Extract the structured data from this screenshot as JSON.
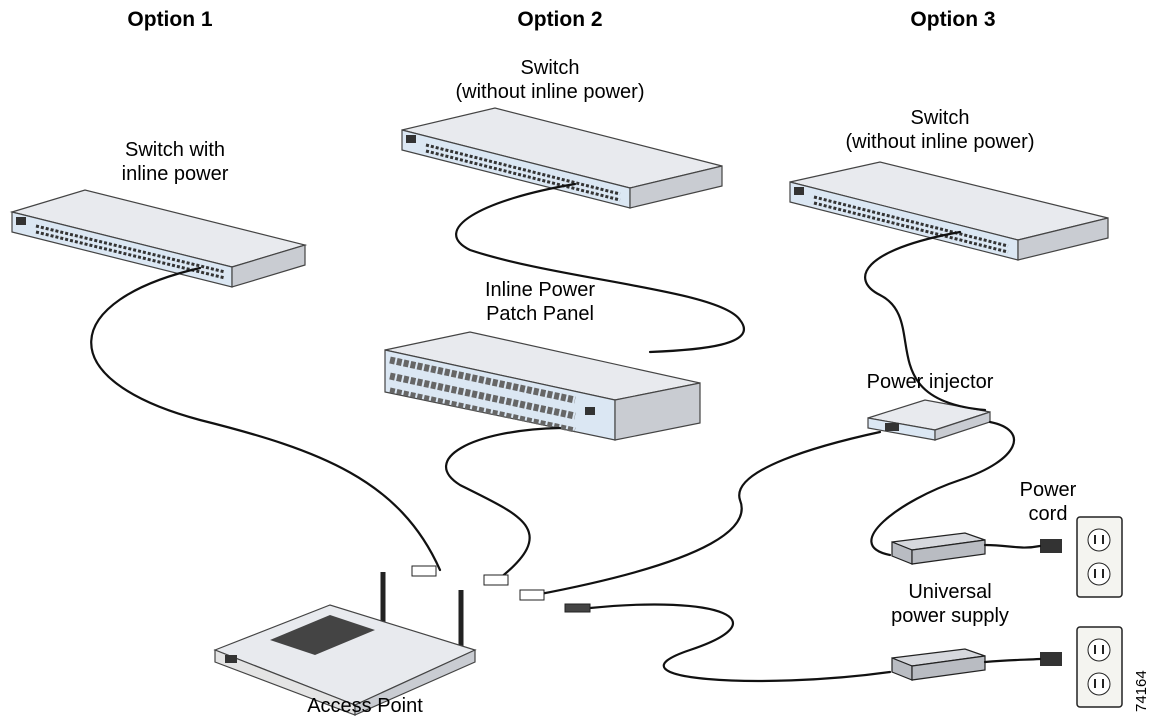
{
  "options": {
    "option1": "Option 1",
    "option2": "Option 2",
    "option3": "Option 3"
  },
  "labels": {
    "switch_inline": [
      "Switch with",
      "inline power"
    ],
    "switch_no_inline_2": [
      "Switch",
      "(without inline power)"
    ],
    "switch_no_inline_3": [
      "Switch",
      "(without inline power)"
    ],
    "patch_panel": [
      "Inline Power",
      "Patch Panel"
    ],
    "power_injector": "Power injector",
    "power_cord": [
      "Power",
      "cord"
    ],
    "universal_psu": [
      "Universal",
      "power supply"
    ],
    "access_point": "Access Point"
  },
  "figure_number": "74164"
}
